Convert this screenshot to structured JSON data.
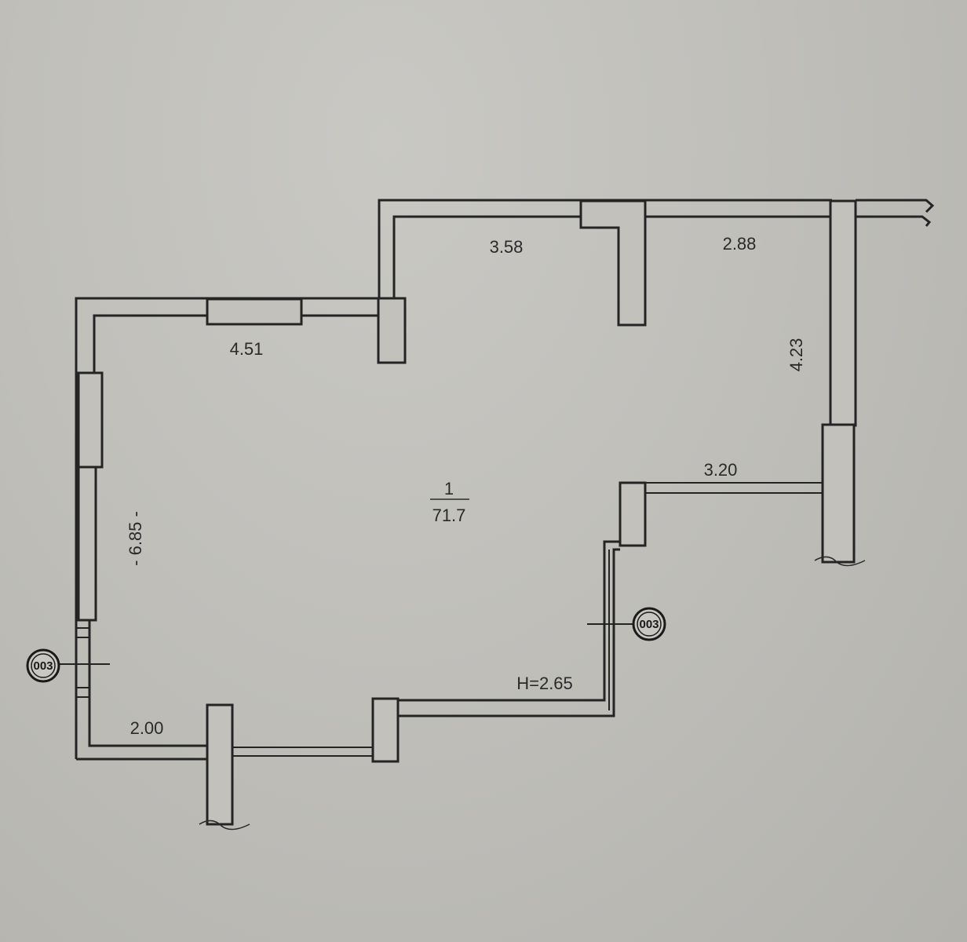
{
  "dimensions": {
    "top_middle": "3.58",
    "top_right": "2.88",
    "right_height": "4.23",
    "top_left": "4.51",
    "left_height": "- 6.85 -",
    "right_inner": "3.20",
    "bottom_left": "2.00",
    "ceiling_height": "H=2.65"
  },
  "room": {
    "number": "1",
    "area": "71.7"
  },
  "markers": {
    "left": "003",
    "right": "003"
  }
}
